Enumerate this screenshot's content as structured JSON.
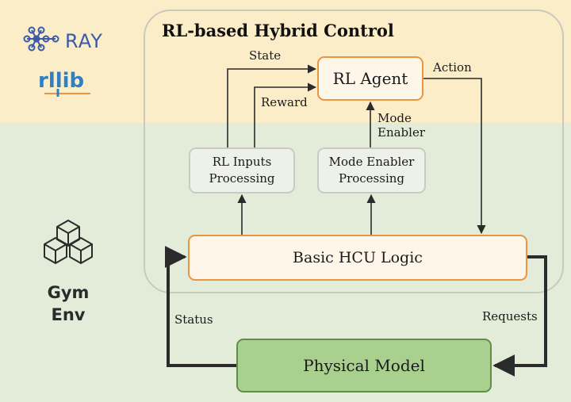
{
  "title": "RL-based Hybrid Control",
  "logos": {
    "ray": "RAY",
    "rllib": "rllib"
  },
  "gym_env": {
    "line1": "Gym",
    "line2": "Env"
  },
  "boxes": {
    "rl_agent": "RL Agent",
    "rl_inputs": [
      "RL Inputs",
      "Processing"
    ],
    "mode_enabler": [
      "Mode Enabler",
      "Processing"
    ],
    "hcu_logic": "Basic HCU Logic",
    "physical_model": "Physical Model"
  },
  "edges": {
    "state": "State",
    "reward": "Reward",
    "action": "Action",
    "mode_enabler": [
      "Mode",
      "Enabler"
    ],
    "status": "Status",
    "requests": "Requests"
  },
  "colors": {
    "top_band": "#fcedc9",
    "bottom_band": "#e3ecd9",
    "accent_orange": "#e8963f",
    "physical_green": "#a9d08e"
  }
}
